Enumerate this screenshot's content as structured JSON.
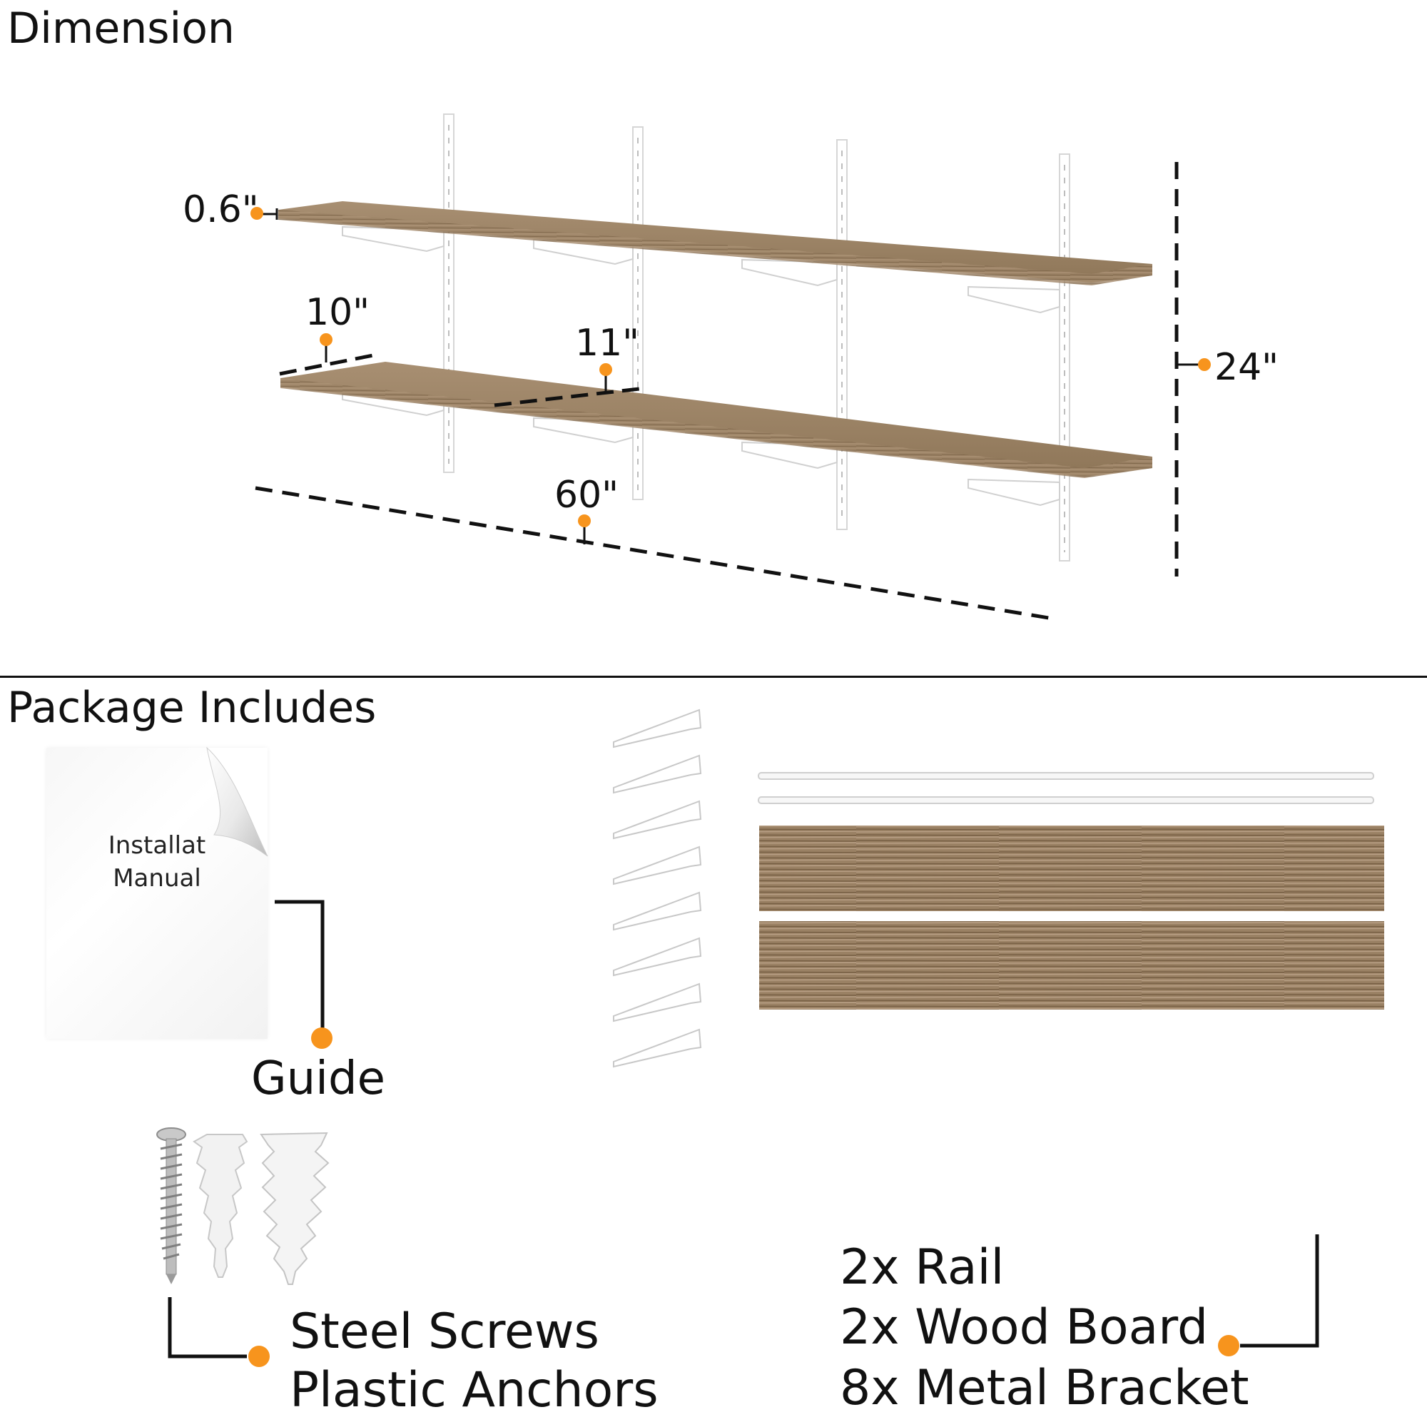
{
  "dimension": {
    "heading": "Dimension",
    "thickness": "0.6\"",
    "depth": "10\"",
    "spacing": "11\"",
    "width": "60\"",
    "height": "24\""
  },
  "package": {
    "heading": "Package Includes",
    "manual_line1": "Installat",
    "manual_line2": "Manual",
    "guide": "Guide",
    "hardware_line1": "Steel Screws",
    "hardware_line2": "Plastic Anchors",
    "parts_line1": "2x Rail",
    "parts_line2": "2x Wood Board",
    "parts_line3": "8x Metal Bracket"
  },
  "colors": {
    "accent": "#f7941d",
    "wood": "#9c8466",
    "line": "#111111"
  }
}
